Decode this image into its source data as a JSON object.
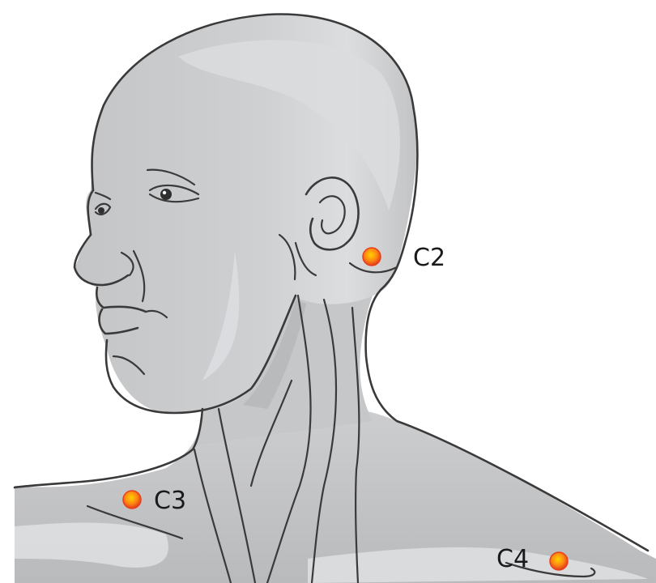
{
  "points": [
    {
      "id": "c2",
      "label": "C2"
    },
    {
      "id": "c3",
      "label": "C3"
    },
    {
      "id": "c4",
      "label": "C4"
    }
  ],
  "colors": {
    "skin": "#c9cacc",
    "skin_light": "#dedfe1",
    "skin_shadow": "#a9aaac",
    "outline": "#3a3a3a",
    "point_core": "#ffb300",
    "point_edge": "#e8401c"
  }
}
